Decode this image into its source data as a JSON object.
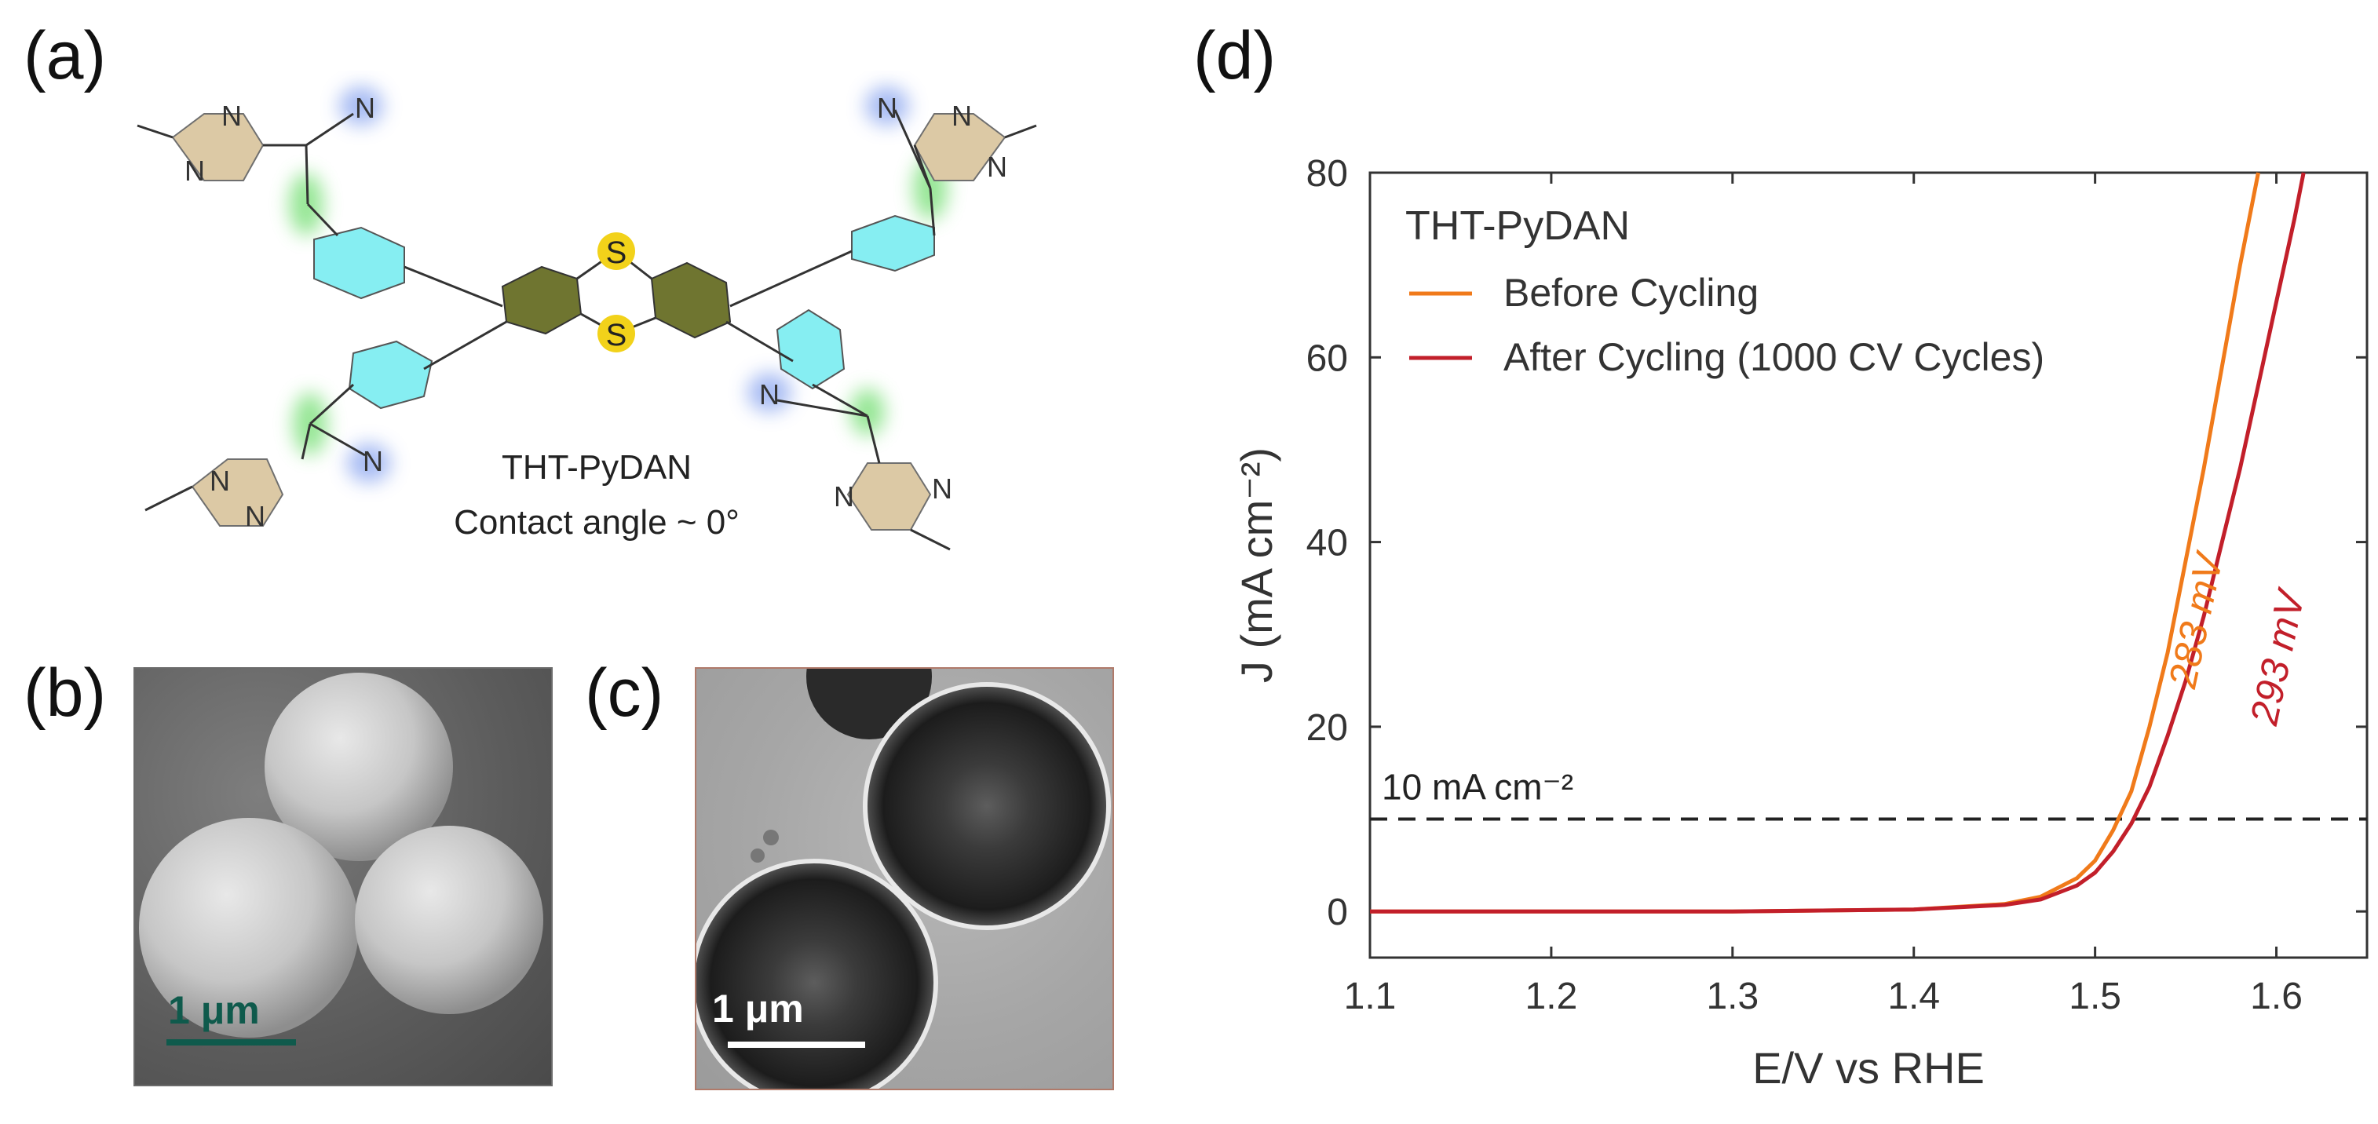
{
  "panels": {
    "a": "(a)",
    "b": "(b)",
    "c": "(c)",
    "d": "(d)"
  },
  "molecule": {
    "name": "THT-PyDAN",
    "caption": "Contact angle ~ 0°",
    "atoms": {
      "N": "N",
      "S": "S"
    }
  },
  "sem": {
    "scale_bar": "1 μm"
  },
  "tem": {
    "scale_bar": "1 μm"
  },
  "colors": {
    "before": "#f07a1a",
    "after": "#c21f2a",
    "sulfur": "#f2d21a",
    "olive": "#6f7530",
    "cyan": "#86eef2",
    "tan": "#dcc9a5",
    "green_glow": "#7be07a",
    "blue_glow": "#9db4f2"
  },
  "chart_data": {
    "type": "line",
    "xlabel": "E/V vs RHE",
    "ylabel": "J  (mA cm⁻²)",
    "xlim": [
      1.1,
      1.65
    ],
    "ylim": [
      -5,
      80
    ],
    "xticks": [
      1.1,
      1.2,
      1.3,
      1.4,
      1.5,
      1.6
    ],
    "xtick_labels": [
      "1.1",
      "1.2",
      "1.3",
      "1.4",
      "1.5",
      "1.6"
    ],
    "yticks": [
      0,
      20,
      40,
      60,
      80
    ],
    "ytick_labels": [
      "0",
      "20",
      "40",
      "60",
      "80"
    ],
    "legend_title": "THT-PyDAN",
    "legend_position": "top-left",
    "series": [
      {
        "name": "Before Cycling",
        "color": "#f07a1a",
        "x": [
          1.1,
          1.3,
          1.4,
          1.45,
          1.47,
          1.49,
          1.5,
          1.51,
          1.52,
          1.53,
          1.54,
          1.55,
          1.56,
          1.57,
          1.58,
          1.59
        ],
        "y": [
          0,
          0,
          0.2,
          0.8,
          1.6,
          3.6,
          5.5,
          8.8,
          13,
          20,
          28,
          38,
          48,
          59,
          70,
          80
        ]
      },
      {
        "name": "After Cycling (1000 CV Cycles)",
        "color": "#c21f2a",
        "x": [
          1.1,
          1.3,
          1.4,
          1.45,
          1.47,
          1.49,
          1.5,
          1.51,
          1.52,
          1.53,
          1.54,
          1.55,
          1.56,
          1.57,
          1.58,
          1.59,
          1.6,
          1.61,
          1.615
        ],
        "y": [
          0,
          0,
          0.2,
          0.7,
          1.3,
          2.8,
          4.2,
          6.5,
          9.5,
          13.5,
          19,
          25,
          32,
          40,
          48,
          57,
          66,
          75,
          80
        ]
      }
    ],
    "reference_line": {
      "y": 10,
      "label": "10 mA cm⁻²",
      "style": "dashed"
    },
    "annotations": [
      {
        "text": "283 mV",
        "color": "#f07a1a"
      },
      {
        "text": "293 mV",
        "color": "#c21f2a"
      }
    ]
  }
}
